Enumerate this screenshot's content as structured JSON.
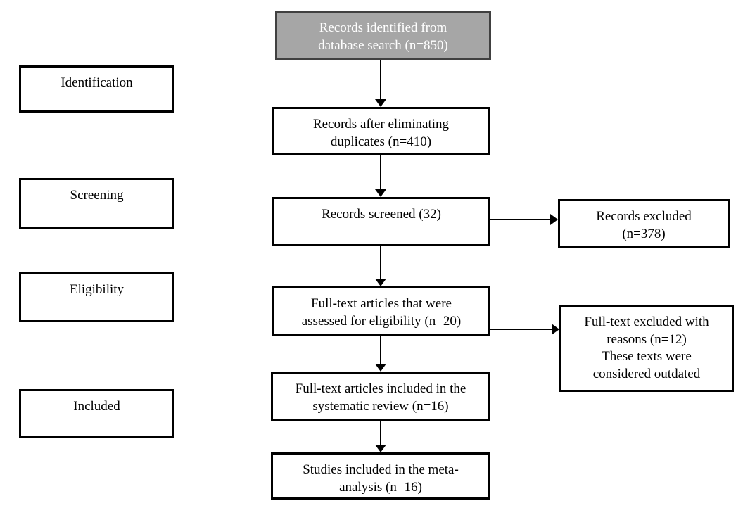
{
  "diagram_type": "prisma-flowchart",
  "colors": {
    "highlight_fill": "#a6a6a6",
    "highlight_border": "#404040",
    "highlight_text": "#ffffff",
    "box_border": "#000000",
    "box_fill": "#ffffff",
    "text": "#000000",
    "arrow": "#000000"
  },
  "stages": {
    "identification": "Identification",
    "screening": "Screening",
    "eligibility": "Eligibility",
    "included": "Included"
  },
  "nodes": {
    "identified": {
      "text": "Records identified from\ndatabase search (n=850)",
      "n": 850
    },
    "deduplicated": {
      "text": "Records after eliminating\nduplicates (n=410)",
      "n": 410
    },
    "screened": {
      "text": "Records screened (32)",
      "n": 32
    },
    "assessed": {
      "text": "Full-text articles that were\nassessed for eligibility (n=20)",
      "n": 20
    },
    "included_review": {
      "text": "Full-text articles included in the\nsystematic review (n=16)",
      "n": 16
    },
    "meta_analysis": {
      "text": "Studies included in the meta-\nanalysis (n=16)",
      "n": 16
    },
    "records_excluded": {
      "text": "Records excluded\n(n=378)",
      "n": 378
    },
    "fulltext_excluded": {
      "text": "Full-text excluded with\nreasons (n=12)\nThese texts were\nconsidered outdated",
      "n": 12
    }
  }
}
